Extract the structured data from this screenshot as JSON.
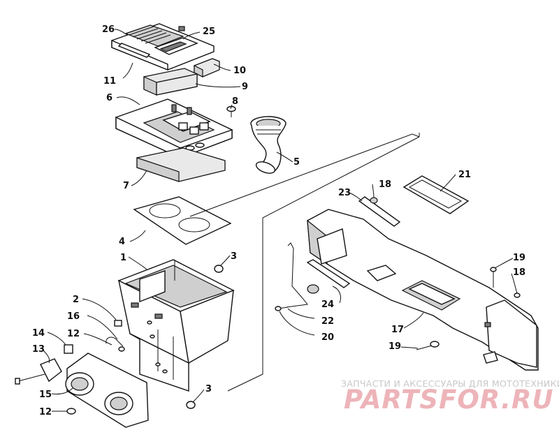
{
  "callouts": {
    "c1": "1",
    "c2": "2",
    "c3a": "3",
    "c3b": "3",
    "c4": "4",
    "c5": "5",
    "c6": "6",
    "c7": "7",
    "c8": "8",
    "c9": "9",
    "c10": "10",
    "c11": "11",
    "c12a": "12",
    "c12b": "12",
    "c13": "13",
    "c14": "14",
    "c15": "15",
    "c16": "16",
    "c17": "17",
    "c18a": "18",
    "c18b": "18",
    "c19a": "19",
    "c19b": "19",
    "c20": "20",
    "c21": "21",
    "c22": "22",
    "c23": "23",
    "c24": "24",
    "c25": "25",
    "c26": "26"
  },
  "watermark": {
    "caption": "ЗАПЧАСТИ И АКСЕССУАРЫ ДЛЯ МОТОТЕХНИКИ",
    "logo": "PARTSFOR.RU"
  }
}
